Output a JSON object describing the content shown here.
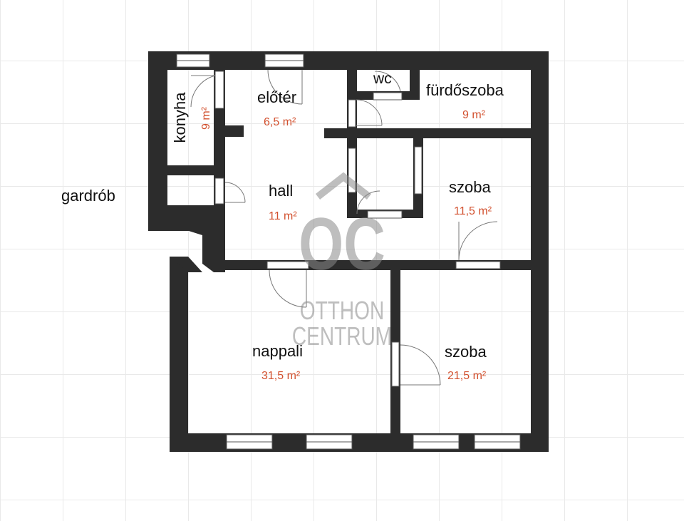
{
  "accent_color": "#d2502e",
  "wall_color": "#2c2c2c",
  "rooms": [
    {
      "id": "eloter",
      "name": "előtér",
      "area": "6,5 m²"
    },
    {
      "id": "wc",
      "name": "wc",
      "area": ""
    },
    {
      "id": "furdoszoba",
      "name": "fürdőszoba",
      "area": "9 m²"
    },
    {
      "id": "konyha",
      "name": "konyha",
      "area": "9 m²"
    },
    {
      "id": "hall",
      "name": "hall",
      "area": "11 m²"
    },
    {
      "id": "szoba1",
      "name": "szoba",
      "area": "11,5 m²"
    },
    {
      "id": "nappali",
      "name": "nappali",
      "area": "31,5 m²"
    },
    {
      "id": "szoba2",
      "name": "szoba",
      "area": "21,5 m²"
    }
  ],
  "outside_labels": {
    "gardrob": "gardrób"
  },
  "watermark": {
    "monogram": "OC",
    "line1": "OTTHON",
    "line2": "CENTRUM"
  }
}
